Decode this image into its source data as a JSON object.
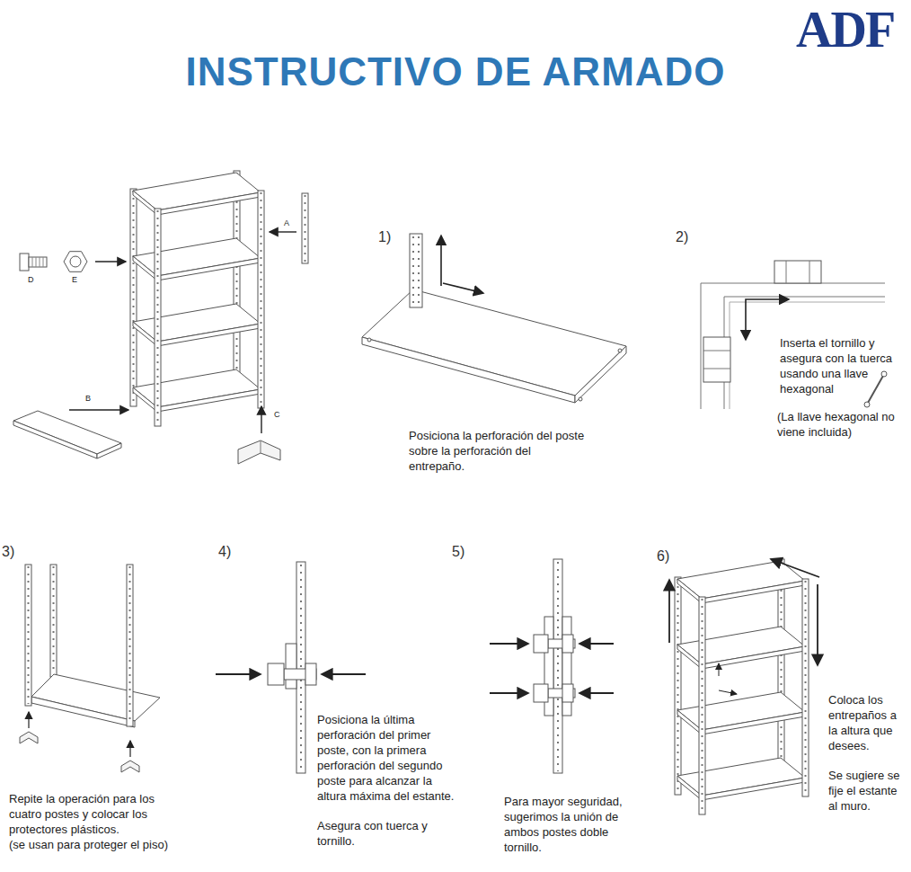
{
  "diagram": {
    "title": "INSTRUCTIVO DE ARMADO",
    "labels": [
      "ADF",
      "A",
      "B",
      "C",
      "D",
      "E",
      "1)",
      "Posiciona la perforación del poste sobre la perforación del entrepaño.",
      "2)",
      "Inserta el tornillo y asegura con la tuerca usando una llave hexagonal",
      "(La llave hexagonal no viene incluida)",
      "3)",
      "Repite la operación para los cuatro postes y colocar los protectores plásticos.",
      "(se usan para proteger el piso)",
      "4)",
      "Posiciona la última perforación del primer poste, con la primera perforación del segundo poste para alcanzar la altura máxima del estante.",
      "Asegura con tuerca y tornillo.",
      "5)",
      "Para mayor seguridad, sugerimos la unión de ambos postes doble tornillo.",
      "6)",
      "Coloca los entrepaños a la altura que desees.",
      "Se sugiere se fije el estante al muro."
    ]
  }
}
